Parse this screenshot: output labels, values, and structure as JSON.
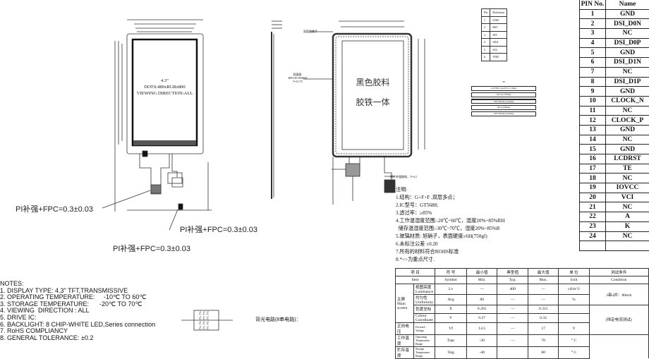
{
  "lcd": {
    "size": "4.3\"",
    "dots": "DOTS:480xRGBx800",
    "viewing": "VIEWING DIRECTION:ALL"
  },
  "ctp": {
    "text1": "黑色胶料",
    "text2": "胶铁一体",
    "label_top": "双面胶撕手",
    "label_tape": "双面胶:",
    "tape_code": "389-016-004ESE",
    "tape_t": "T=0.175",
    "stiffener": "图片补强胶地，T=0.2"
  },
  "pi_labels": [
    "PI补强+FPC=0.3±0.03",
    "PI补强+FPC=0.3±0.03",
    "PI补强+FPC=0.3±0.03"
  ],
  "ctp_pins": {
    "header": [
      "Pin",
      "Definition"
    ],
    "rows": [
      [
        "1",
        "GND"
      ],
      [
        "2",
        "RST"
      ],
      [
        "3",
        "INT"
      ],
      [
        "4",
        "SDA"
      ],
      [
        "5",
        "SCL"
      ],
      [
        "6",
        "VDD"
      ]
    ]
  },
  "stack": {
    "top": "TP",
    "layers": [
      "COVER GLASS (1.1mm)",
      "OCA (175um)",
      "ITO FILM (125um)",
      "OCA (50um)",
      "ITO FILM (125um)"
    ]
  },
  "pin_table": {
    "header": [
      "PIN No.",
      "Name"
    ],
    "rows": [
      [
        "1",
        "GND"
      ],
      [
        "2",
        "DSI_D0N"
      ],
      [
        "3",
        "NC"
      ],
      [
        "4",
        "DSI_D0P"
      ],
      [
        "5",
        "GND"
      ],
      [
        "6",
        "DSI_D1N"
      ],
      [
        "7",
        "NC"
      ],
      [
        "8",
        "DSI_D1P"
      ],
      [
        "9",
        "GND"
      ],
      [
        "10",
        "CLOCK_N"
      ],
      [
        "11",
        "NC"
      ],
      [
        "12",
        "CLOCK_P"
      ],
      [
        "13",
        "GND"
      ],
      [
        "14",
        "NC"
      ],
      [
        "15",
        "GND"
      ],
      [
        "16",
        "LCDRST"
      ],
      [
        "17",
        "TE"
      ],
      [
        "18",
        "NC"
      ],
      [
        "19",
        "IOVCC"
      ],
      [
        "20",
        "VCI"
      ],
      [
        "21",
        "NC"
      ],
      [
        "22",
        "A"
      ],
      [
        "23",
        "K"
      ],
      [
        "24",
        "NC"
      ]
    ]
  },
  "cn_notes": [
    "注明:",
    "1.结构：G+F+F ,双层多点；",
    "2.IC型号：GT5688;",
    "3.透过率：≥85%",
    "4.工作温湿度范围:-20℃~60℃，湿度20%~85%RH",
    "  储存温湿度范围:-30℃~70℃，湿度20%~85%R",
    "5.玻璃材质: 旭硝子，表面硬度≥6H(750gf)",
    "6.未标注公差 ±0.20",
    "7.所有的材料符合ROHS标准",
    "8.*<>为重点尺寸."
  ],
  "notes": [
    "NOTES:",
    "1. DISPLAY TYPE: 4.3\" TFT,TRANSMISSIVE",
    "2. OPERATING TEMPERATURE:     -10℃ TO 60℃",
    "3. STORAGE TEMPERATURE:      -20℃ TO 70℃",
    "4. VIEWING  DIRECTION : ALL",
    "5. DRIVE IC:",
    "6. BACKLIGHT: 8 CHIP-WHITE LED,Series connection",
    "7. RoHS COMPLIANCY",
    "8. GENERAL TOLERANCE: ±0.2"
  ],
  "backlight_label": "背光电路(8串电路)：",
  "spec": {
    "header_cn": [
      "项 目",
      "符 号",
      "最小值",
      "典型值",
      "最大值",
      "单 位",
      "测试条件"
    ],
    "header_en": [
      "Item",
      "Symbol",
      "Min.",
      "Typ.",
      "Max.",
      "Unit",
      "Condition"
    ],
    "main_cn": "主屏",
    "main_en": "Main screen",
    "rows": [
      [
        "视图亮度  Luminance",
        "Lv",
        "—",
        "400",
        "—",
        "cd/m^2"
      ],
      [
        "均匀性 Uniformity",
        "Avg",
        "80",
        "—",
        "—",
        "%"
      ],
      [
        "色度坐标",
        "X",
        "0.265",
        "—",
        "0.315",
        ""
      ],
      [
        "Colour Coordinate",
        "Y",
        "0.27",
        "—",
        "0.32",
        ""
      ]
    ],
    "cond1": "3串4并：80mA",
    "cond2": "(恒定电流测试)",
    "bottom": [
      [
        "正向电压",
        "Forward Voltage",
        "Vf",
        "14.5",
        "—",
        "17",
        "V"
      ],
      [
        "工作温度",
        "Operating Temperature Range",
        "Topr",
        "-30",
        "—",
        "70",
        "° C"
      ],
      [
        "贮存温度",
        "Storage Temperature Range",
        "Tstg",
        "-40",
        "",
        "80",
        "° C"
      ]
    ]
  }
}
